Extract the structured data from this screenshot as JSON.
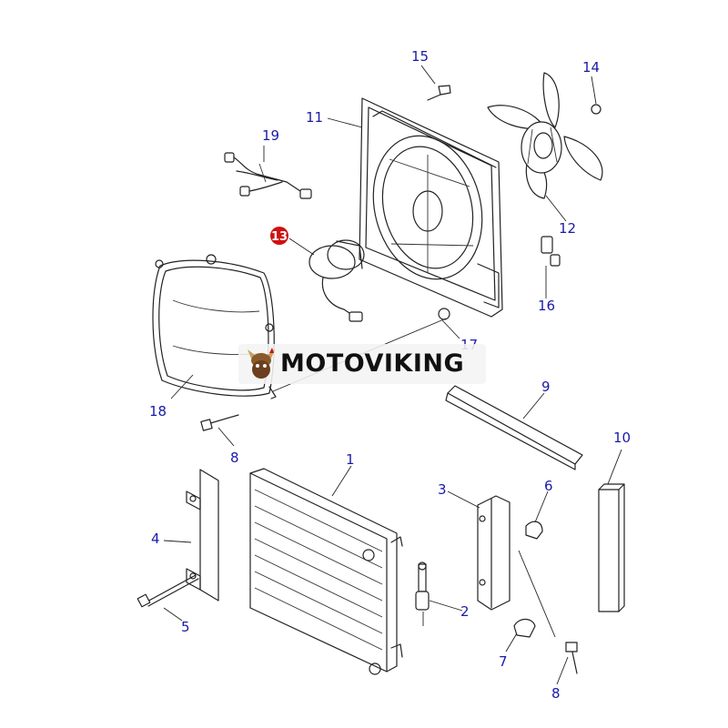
{
  "watermark": {
    "text": "MOTOVIKING"
  },
  "callouts": [
    {
      "id": "c1",
      "label": "1"
    },
    {
      "id": "c2",
      "label": "2"
    },
    {
      "id": "c3",
      "label": "3"
    },
    {
      "id": "c4",
      "label": "4"
    },
    {
      "id": "c5",
      "label": "5"
    },
    {
      "id": "c6",
      "label": "6"
    },
    {
      "id": "c7",
      "label": "7"
    },
    {
      "id": "c8a",
      "label": "8"
    },
    {
      "id": "c8b",
      "label": "8"
    },
    {
      "id": "c9",
      "label": "9"
    },
    {
      "id": "c10",
      "label": "10"
    },
    {
      "id": "c11",
      "label": "11"
    },
    {
      "id": "c12",
      "label": "12"
    },
    {
      "id": "c13",
      "label": "13",
      "highlighted": true
    },
    {
      "id": "c14",
      "label": "14"
    },
    {
      "id": "c15",
      "label": "15"
    },
    {
      "id": "c16",
      "label": "16"
    },
    {
      "id": "c17",
      "label": "17"
    },
    {
      "id": "c18",
      "label": "18"
    },
    {
      "id": "c19",
      "label": "19"
    }
  ],
  "colors": {
    "callout_text": "#1a1aa8",
    "highlight_marker": "#d01010",
    "line_art": "#222222"
  }
}
